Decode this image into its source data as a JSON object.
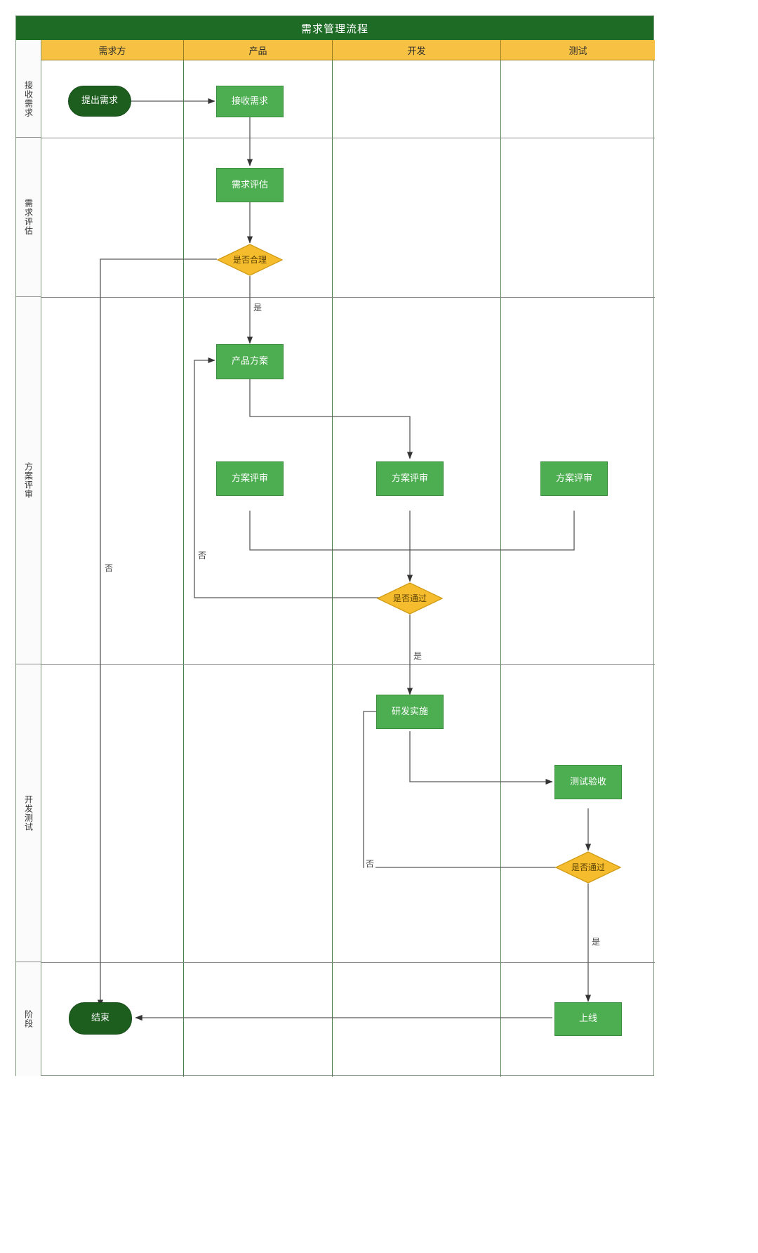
{
  "chart_data": {
    "type": "diagram",
    "title": "需求管理流程",
    "diagram_kind": "cross-functional-flowchart",
    "columns": [
      "需求方",
      "产品",
      "开发",
      "测试"
    ],
    "lanes": [
      "接收需求",
      "需求评估",
      "方案评审",
      "开发测试",
      "阶段"
    ],
    "colors": {
      "title_bar": "#1e6b26",
      "column_header": "#f7c244",
      "process": "#4cae50",
      "terminator": "#1d5e1f",
      "decision": "#f5bc2e",
      "grid": "#4f7c4f",
      "connector": "#595959"
    },
    "nodes": [
      {
        "id": "n1",
        "label": "提出需求",
        "shape": "terminator",
        "column": "需求方",
        "lane": "接收需求"
      },
      {
        "id": "n2",
        "label": "接收需求",
        "shape": "process",
        "column": "产品",
        "lane": "接收需求"
      },
      {
        "id": "n3",
        "label": "需求评估",
        "shape": "process",
        "column": "产品",
        "lane": "需求评估"
      },
      {
        "id": "n4",
        "label": "是否合理",
        "shape": "decision",
        "column": "产品",
        "lane": "需求评估"
      },
      {
        "id": "n5",
        "label": "产品方案",
        "shape": "process",
        "column": "产品",
        "lane": "方案评审"
      },
      {
        "id": "n6",
        "label": "方案评审",
        "shape": "process",
        "column": "产品",
        "lane": "方案评审"
      },
      {
        "id": "n7",
        "label": "方案评审",
        "shape": "process",
        "column": "开发",
        "lane": "方案评审"
      },
      {
        "id": "n8",
        "label": "方案评审",
        "shape": "process",
        "column": "测试",
        "lane": "方案评审"
      },
      {
        "id": "n9",
        "label": "是否通过",
        "shape": "decision",
        "column": "开发",
        "lane": "方案评审"
      },
      {
        "id": "n10",
        "label": "研发实施",
        "shape": "process",
        "column": "开发",
        "lane": "开发测试"
      },
      {
        "id": "n11",
        "label": "测试验收",
        "shape": "process",
        "column": "测试",
        "lane": "开发测试"
      },
      {
        "id": "n12",
        "label": "是否通过",
        "shape": "decision",
        "column": "测试",
        "lane": "开发测试"
      },
      {
        "id": "n13",
        "label": "上线",
        "shape": "process",
        "column": "测试",
        "lane": "阶段"
      },
      {
        "id": "n14",
        "label": "结束",
        "shape": "terminator",
        "column": "需求方",
        "lane": "阶段"
      }
    ],
    "edges": [
      {
        "from": "n1",
        "to": "n2",
        "label": ""
      },
      {
        "from": "n2",
        "to": "n3",
        "label": ""
      },
      {
        "from": "n3",
        "to": "n4",
        "label": ""
      },
      {
        "from": "n4",
        "to": "n5",
        "label": "是"
      },
      {
        "from": "n4",
        "to": "n14",
        "label": "否"
      },
      {
        "from": "n5",
        "to": "n7",
        "label": ""
      },
      {
        "from": "n6",
        "to": "n9",
        "label": ""
      },
      {
        "from": "n7",
        "to": "n9",
        "label": ""
      },
      {
        "from": "n8",
        "to": "n9",
        "label": ""
      },
      {
        "from": "n9",
        "to": "n10",
        "label": "是"
      },
      {
        "from": "n9",
        "to": "n5",
        "label": "否"
      },
      {
        "from": "n10",
        "to": "n11",
        "label": ""
      },
      {
        "from": "n11",
        "to": "n12",
        "label": ""
      },
      {
        "from": "n12",
        "to": "n13",
        "label": "是"
      },
      {
        "from": "n12",
        "to": "n10",
        "label": "否"
      },
      {
        "from": "n13",
        "to": "n14",
        "label": ""
      }
    ]
  },
  "header": {
    "title": "需求管理流程"
  },
  "columns": [
    {
      "label": "需求方"
    },
    {
      "label": "产品"
    },
    {
      "label": "开发"
    },
    {
      "label": "测试"
    }
  ],
  "lanes": [
    {
      "label": "接收需求"
    },
    {
      "label": "需求评估"
    },
    {
      "label": "方案评审"
    },
    {
      "label": "开发测试"
    },
    {
      "label": "阶段"
    }
  ],
  "nodes": {
    "submit_request": "提出需求",
    "receive_request": "接收需求",
    "assess_request": "需求评估",
    "is_reasonable": "是否合理",
    "product_plan": "产品方案",
    "plan_review_product": "方案评审",
    "plan_review_dev": "方案评审",
    "plan_review_test": "方案评审",
    "plan_passed": "是否通过",
    "development": "研发实施",
    "test_acceptance": "测试验收",
    "test_passed": "是否通过",
    "go_live": "上线",
    "end": "结束"
  },
  "edge_labels": {
    "reasonable_no": "否",
    "reasonable_yes": "是",
    "plan_no": "否",
    "plan_yes": "是",
    "test_no": "否",
    "test_yes": "是"
  }
}
